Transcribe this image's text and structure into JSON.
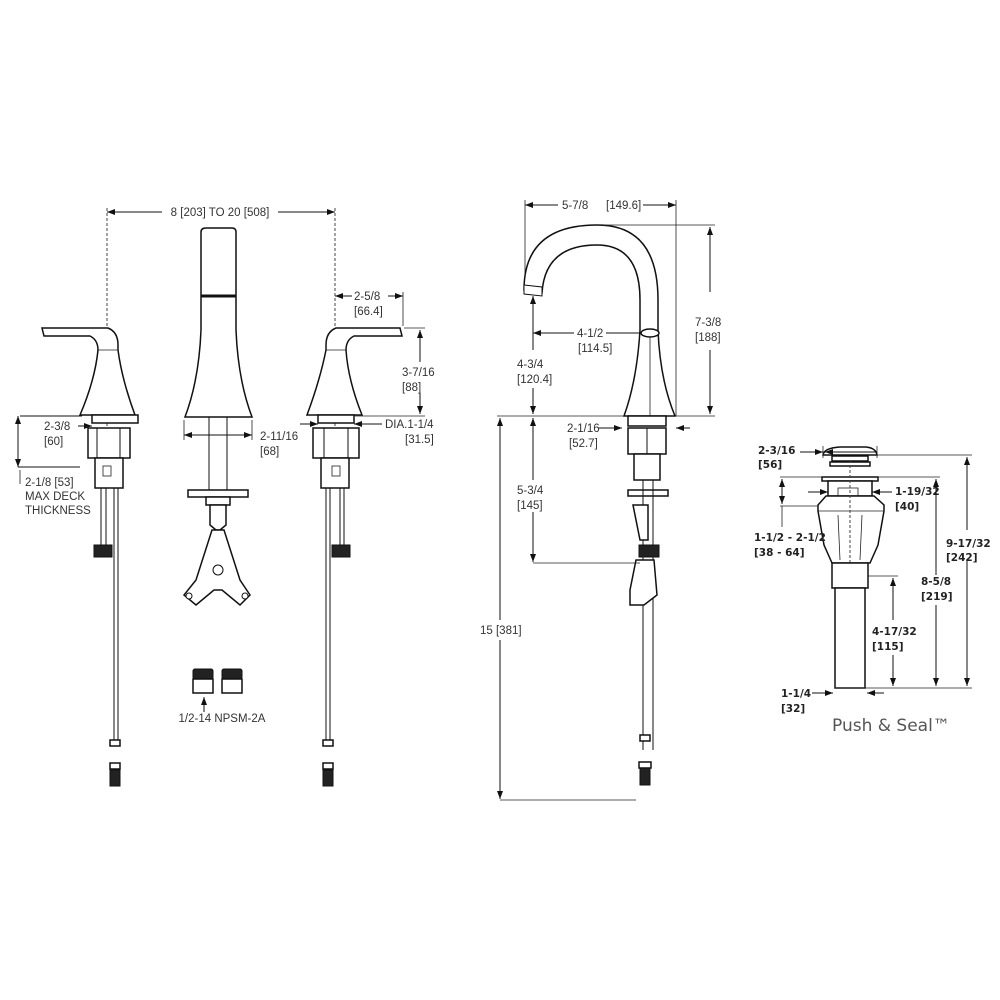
{
  "views": {
    "front": {
      "spread": "8 [203] TO 20 [508]",
      "handle_reach_in": "2-5/8",
      "handle_reach_mm": "[66.4]",
      "handle_height_in": "3-7/16",
      "handle_height_mm": "[88]",
      "base_dia_in": "DIA.1-1/4",
      "base_dia_mm": "[31.5]",
      "handle_base_in": "2-3/8",
      "handle_base_mm": "[60]",
      "spout_base_in": "2-11/16",
      "spout_base_mm": "[68]",
      "deck_line1": "2-1/8 [53]",
      "deck_line2": "MAX DECK",
      "deck_line3": "THICKNESS",
      "thread_spec": "1/2-14 NPSM-2A"
    },
    "side": {
      "reach_in": "5-7/8",
      "reach_mm": "[149.6]",
      "height_in": "7-3/8",
      "height_mm": "[188]",
      "inner_reach_in": "4-1/2",
      "inner_reach_mm": "[114.5]",
      "clearance_in": "4-3/4",
      "clearance_mm": "[120.4]",
      "base_in": "2-1/16",
      "base_mm": "[52.7]",
      "shank_in": "5-3/4",
      "shank_mm": "[145]",
      "total": "15  [381]"
    },
    "drain": {
      "cap_in": "2-3/16",
      "cap_mm": "[56]",
      "neck_in": "1-19/32",
      "neck_mm": "[40]",
      "range_in": "1-1/2  -  2-1/2",
      "range_mm": "[38  -  64]",
      "total_in": "9-17/32",
      "total_mm": "[242]",
      "body_in": "8-5/8",
      "body_mm": "[219]",
      "tail_in": "4-17/32",
      "tail_mm": "[115]",
      "tail_dia_in": "1-1/4",
      "tail_dia_mm": "[32]",
      "title": "Push & Seal™"
    }
  }
}
